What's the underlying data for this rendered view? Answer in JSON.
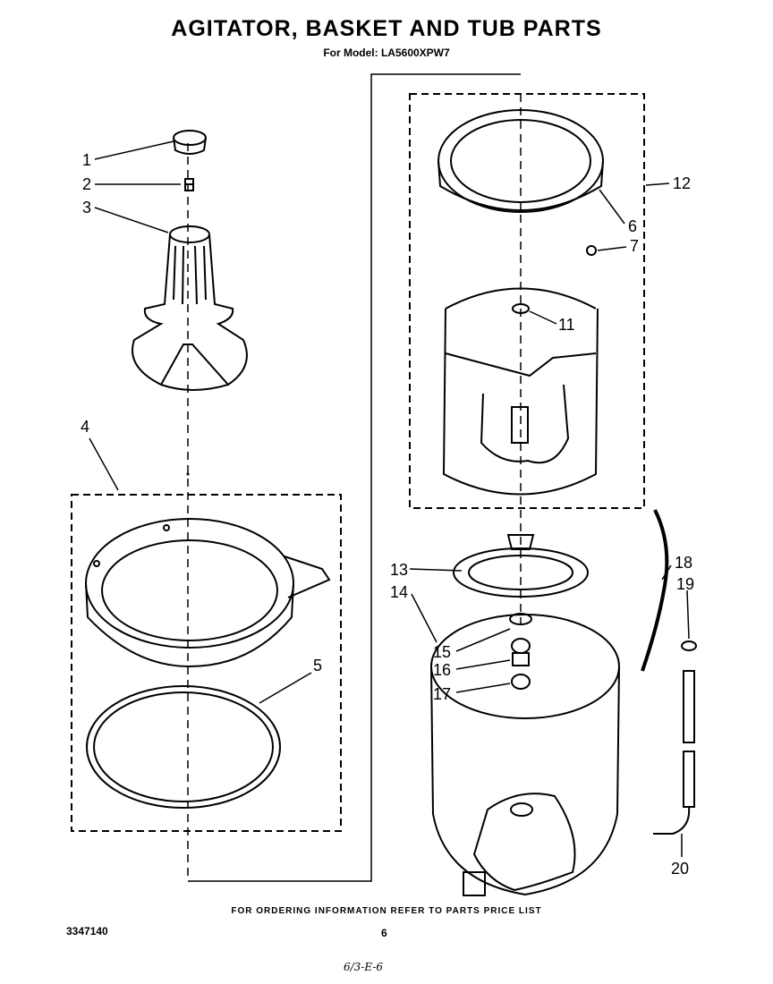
{
  "header": {
    "title": "AGITATOR, BASKET AND TUB PARTS",
    "subtitle": "For Model: LA5600XPW7"
  },
  "callouts": {
    "c1": "1",
    "c2": "2",
    "c3": "3",
    "c4": "4",
    "c5": "5",
    "c6": "6",
    "c7": "7",
    "c11": "11",
    "c12": "12",
    "c13": "13",
    "c14": "14",
    "c15": "15",
    "c16": "16",
    "c17": "17",
    "c18": "18",
    "c19": "19",
    "c20": "20"
  },
  "footer": {
    "ordering_note": "FOR ORDERING INFORMATION REFER TO PARTS PRICE LIST",
    "doc_number": "3347140",
    "page_number": "6",
    "handwritten_code": "6/3-E-6"
  }
}
